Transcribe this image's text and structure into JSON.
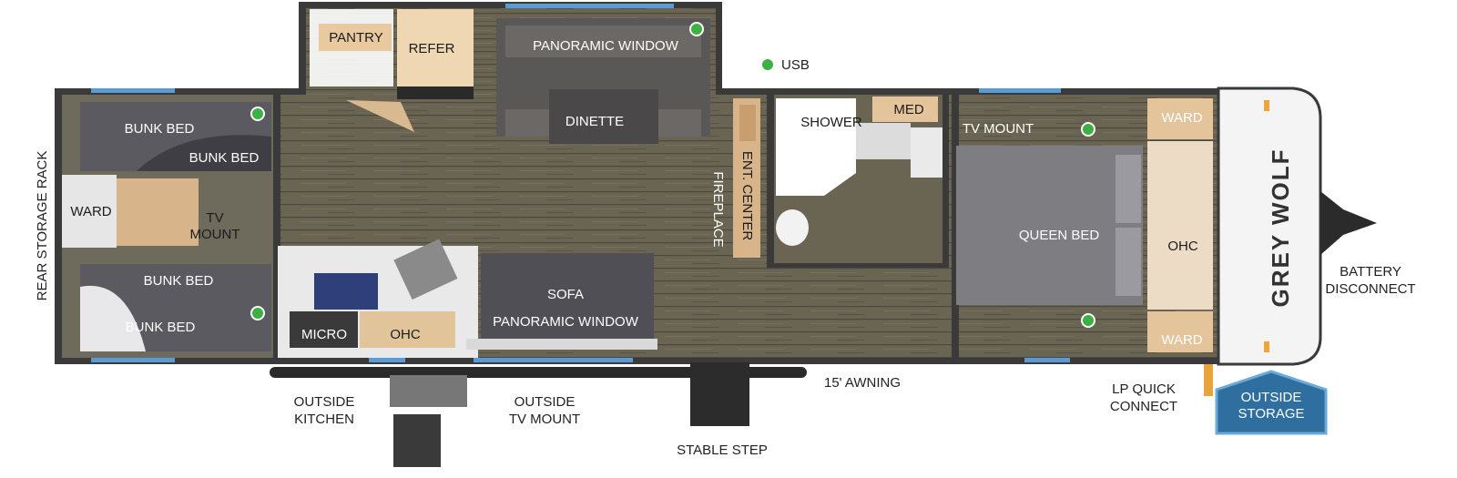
{
  "labels": {
    "pantry": "PANTRY",
    "refer": "REFER",
    "panoramic_window_top": "PANORAMIC WINDOW",
    "dinette": "DINETTE",
    "usb": "USB",
    "bunk_bed_1": "BUNK BED",
    "bunk_bed_2": "BUNK BED",
    "bunk_bed_3": "BUNK BED",
    "bunk_bed_4": "BUNK BED",
    "ward_rear": "WARD",
    "tv_mount_rear_1": "TV",
    "tv_mount_rear_2": "MOUNT",
    "rear_storage_rack": "REAR STORAGE RACK",
    "fireplace": "FIREPLACE",
    "ent_center": "ENT. CENTER",
    "shower": "SHOWER",
    "med": "MED",
    "tv_mount_front": "TV MOUNT",
    "ward_front_top": "WARD",
    "ward_front_bottom": "WARD",
    "queen_bed": "QUEEN BED",
    "ohc_front": "OHC",
    "sofa": "SOFA",
    "panoramic_window_bottom": "PANORAMIC WINDOW",
    "micro": "MICRO",
    "ohc_kitchen": "OHC",
    "outside_kitchen_1": "OUTSIDE",
    "outside_kitchen_2": "KITCHEN",
    "outside_tv_mount_1": "OUTSIDE",
    "outside_tv_mount_2": "TV MOUNT",
    "stable_step": "STABLE STEP",
    "awning": "15' AWNING",
    "lp_quick_connect_1": "LP QUICK",
    "lp_quick_connect_2": "CONNECT",
    "battery_disconnect_1": "BATTERY",
    "battery_disconnect_2": "DISCONNECT",
    "outside_storage_1": "OUTSIDE",
    "outside_storage_2": "STORAGE",
    "brand": "GREY WOLF"
  },
  "colors": {
    "floor": "#66604f",
    "walls": "#3a3a3a",
    "window": "#5b9bd5",
    "usb_dot": "#3cb043",
    "cabinet": "#e8c9a0",
    "bed": "#5a5a60",
    "sofa": "#4f4f55",
    "outside_storage": "#2f6f9f"
  }
}
